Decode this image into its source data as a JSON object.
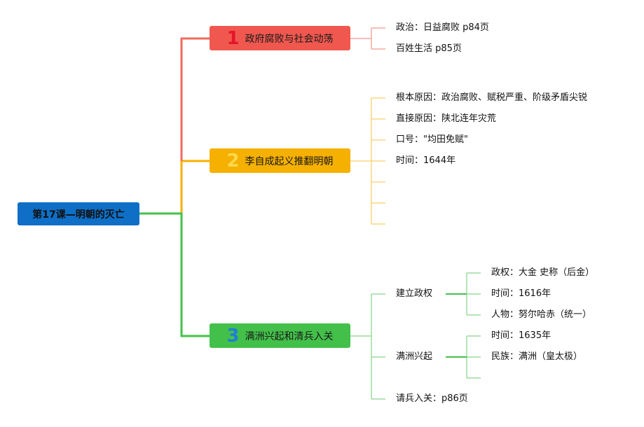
{
  "root": {
    "label": "第17课—明朝的灭亡"
  },
  "colors": {
    "root": "#0f6fc6",
    "branch1": "#f0584f",
    "branch2": "#f5b000",
    "branch3": "#43c04a"
  },
  "branches": [
    {
      "number": "1",
      "label": "政府腐败与社会动荡",
      "children": [
        "政治：日益腐败 p84页",
        "百姓生活 p85页"
      ]
    },
    {
      "number": "2",
      "label": "李自成起义推翻明朝",
      "children": [
        "根本原因：政治腐败、赋税严重、阶级矛盾尖锐",
        "直接原因：陕北连年灾荒",
        "口号：\"均田免赋\"",
        "时间：1644年",
        "",
        "",
        ""
      ]
    },
    {
      "number": "3",
      "label": "满洲兴起和清兵入关",
      "children": [
        {
          "label": "建立政权",
          "children": [
            "政权：大金 史称（后金）",
            "时间：1616年",
            "人物：努尔哈赤（统一）"
          ]
        },
        {
          "label": "满洲兴起",
          "children": [
            "时间：1635年",
            "民族：满洲（皇太极）",
            ""
          ]
        },
        {
          "label": "请兵入关：p86页"
        }
      ]
    }
  ]
}
